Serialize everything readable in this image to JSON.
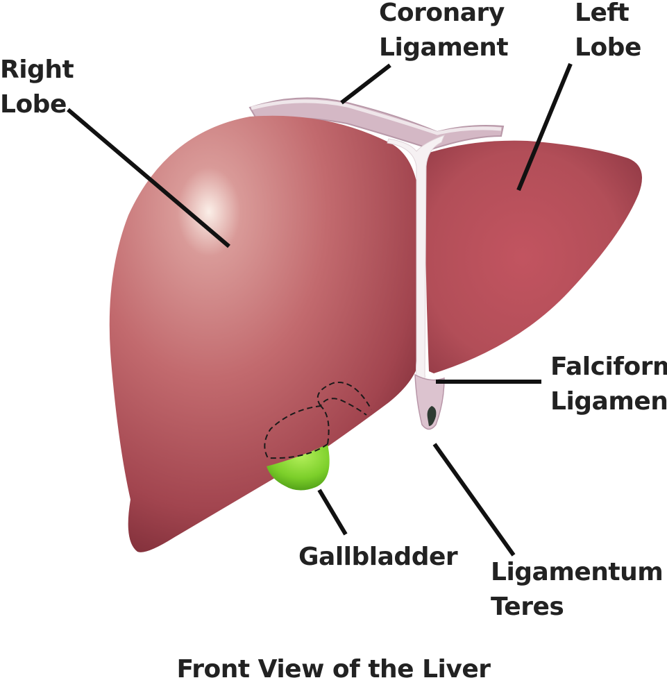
{
  "labels": {
    "right_lobe": [
      "Right",
      "Lobe"
    ],
    "coronary_ligament": [
      "Coronary",
      "Ligament"
    ],
    "left_lobe": [
      "Left",
      "Lobe"
    ],
    "falciform_ligament": [
      "Falciform",
      "Ligament"
    ],
    "gallbladder": "Gallbladder",
    "ligamentum_teres": [
      "Ligamentum",
      "Teres"
    ]
  },
  "caption": "Front View of the Liver",
  "colors": {
    "liver": "#b35a5f",
    "liver_dark": "#7e2f38",
    "ligament": "#d9c2cc",
    "gallbladder": "#7ccf2a",
    "leader_line": "#111111",
    "text": "#222222"
  }
}
